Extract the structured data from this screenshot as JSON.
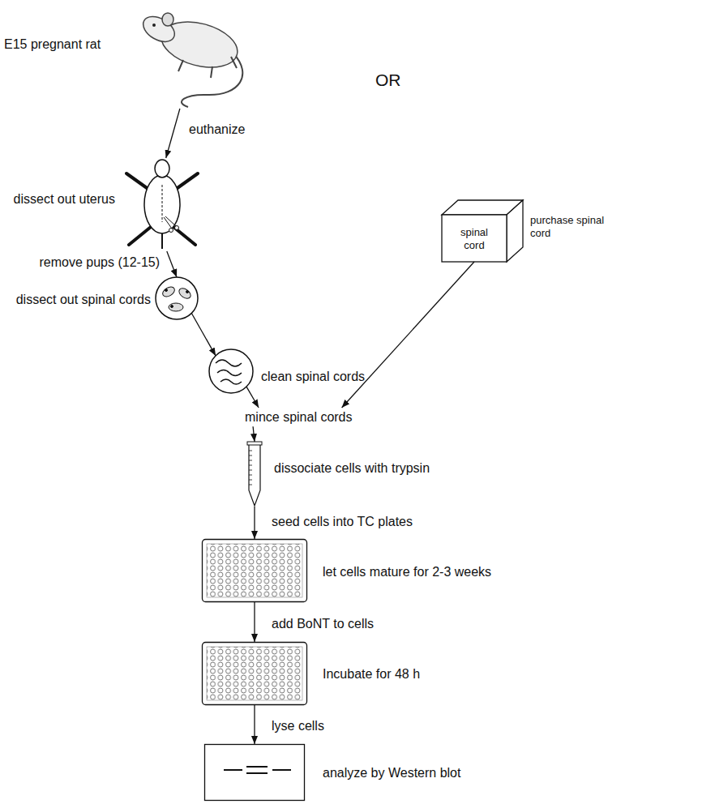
{
  "diagram": {
    "nodes": [
      {
        "text": [
          "E15 pregnant rat"
        ]
      },
      {
        "text": [
          "dissect out uterus"
        ]
      },
      {
        "text": [
          "dissect out spinal cords"
        ]
      },
      {
        "text": [
          "clean spinal cords"
        ]
      },
      {
        "text": [
          "spinal cord",
          "purchase spinal cord"
        ]
      },
      {
        "text": [
          "mince spinal cords"
        ]
      },
      {
        "text": [
          "dissociate cells with trypsin"
        ]
      },
      {
        "text": [
          "let cells mature for 2-3 weeks"
        ]
      },
      {
        "text": [
          "Incubate for 48 h"
        ]
      },
      {
        "text": [
          "analyze by Western blot"
        ]
      }
    ],
    "edges": [
      {
        "from": 0,
        "to": 1,
        "arrow": "to",
        "label": "euthanize"
      },
      {
        "from": 1,
        "to": 2,
        "arrow": "to",
        "label": "remove pups (12-15)"
      },
      {
        "from": 2,
        "to": 3,
        "arrow": "to"
      },
      {
        "from": 3,
        "to": 5,
        "arrow": "to"
      },
      {
        "from": 4,
        "to": 5,
        "arrow": "to"
      },
      {
        "from": 5,
        "to": 6,
        "arrow": "to"
      },
      {
        "from": 6,
        "to": 7,
        "arrow": "to",
        "label": "seed cells into TC plates"
      },
      {
        "from": 7,
        "to": 8,
        "arrow": "to",
        "label": "add BoNT to cells"
      },
      {
        "from": 8,
        "to": 9,
        "arrow": "to",
        "label": "lyse cells"
      }
    ],
    "labels": [
      "OR"
    ]
  }
}
